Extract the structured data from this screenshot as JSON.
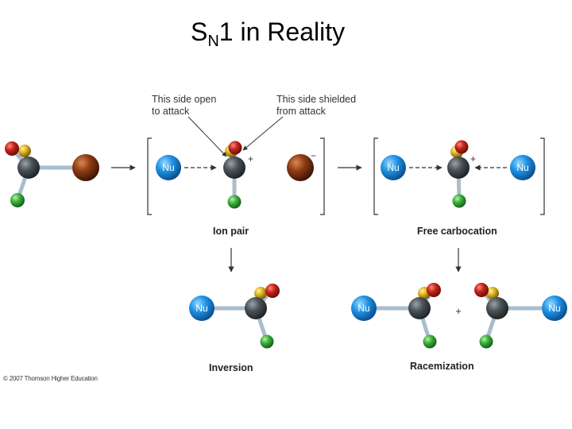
{
  "title": {
    "main": "S",
    "sub": "N",
    "rest": "1 in Reality"
  },
  "labels": {
    "open_side": [
      "This side open",
      "to attack"
    ],
    "shielded_side": [
      "This side shielded",
      "from attack"
    ]
  },
  "captions": {
    "ion_pair": "Ion pair",
    "free_carbocation": "Free carbocation",
    "inversion": "Inversion",
    "racemization": "Racemization"
  },
  "nucleophile_label": "Nu",
  "charges": {
    "plus": "+",
    "minus": "−"
  },
  "copyright": "© 2007 Thomson Higher Education",
  "colors": {
    "carbon": "#3d4448",
    "oxygen_red": "#b8201a",
    "sulfur_yellow": "#d9b21a",
    "chlorine_green": "#3aa83a",
    "bromine_brown": "#8b3a14",
    "nucleophile_blue": "#1f8fe0",
    "bond": "#a9bdcc"
  }
}
